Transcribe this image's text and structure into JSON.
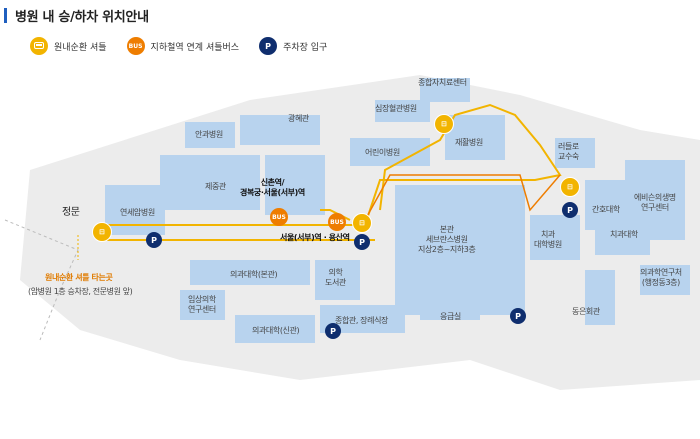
{
  "title": "병원 내 승/하차 위치안내",
  "legend": {
    "shuttle": {
      "label": "원내순환 셔틀",
      "icon": "shuttle-bus-icon",
      "color": "#f2b400"
    },
    "bus": {
      "label": "지하철역 연계 셔틀버스",
      "icon_text": "BUS",
      "color": "#ee7d00"
    },
    "parking": {
      "label": "주차장 입구",
      "icon_text": "P",
      "color": "#0f2e6e"
    }
  },
  "buildings": {
    "jungang_research": "종합자치료센터",
    "heart": "심장혈관병원",
    "gwanghyegwan": "광혜관",
    "eye": "안과병원",
    "children": "어린이병원",
    "rehab": "재활병원",
    "residence": "러들로\n교수숙",
    "jejunggwan": "제중관",
    "station_main": "신촌역/\n경복궁·서울(서부)역",
    "yonsei_cancer": "연세암병원",
    "nursing": "간호대학",
    "dental_hosp": "치과\n대학병원",
    "dental_college": "치과대학",
    "public_health": "에비슨의생명\n연구센터",
    "severance_main": "본관\n세브란스병원\n지상2층~지하3층",
    "station_seoul": "서울(서부)역 · 용산역",
    "medcollege_main": "의과대학(본관)",
    "medlibrary": "의학\n도서관",
    "clinical": "임상의학\n연구센터",
    "medcollege_new": "의과대학(신관)",
    "jonghap": "종합관, 장례식장",
    "emergency": "응급실",
    "dongeun": "동은회관",
    "medcenter": "의과학연구처\n(행정동3층)",
    "main_gate": "정문",
    "stop_label": "원내순환 셔틀 타는곳",
    "stop_sub": "(암병원 1층 승차장, 전문병원 앞)"
  }
}
